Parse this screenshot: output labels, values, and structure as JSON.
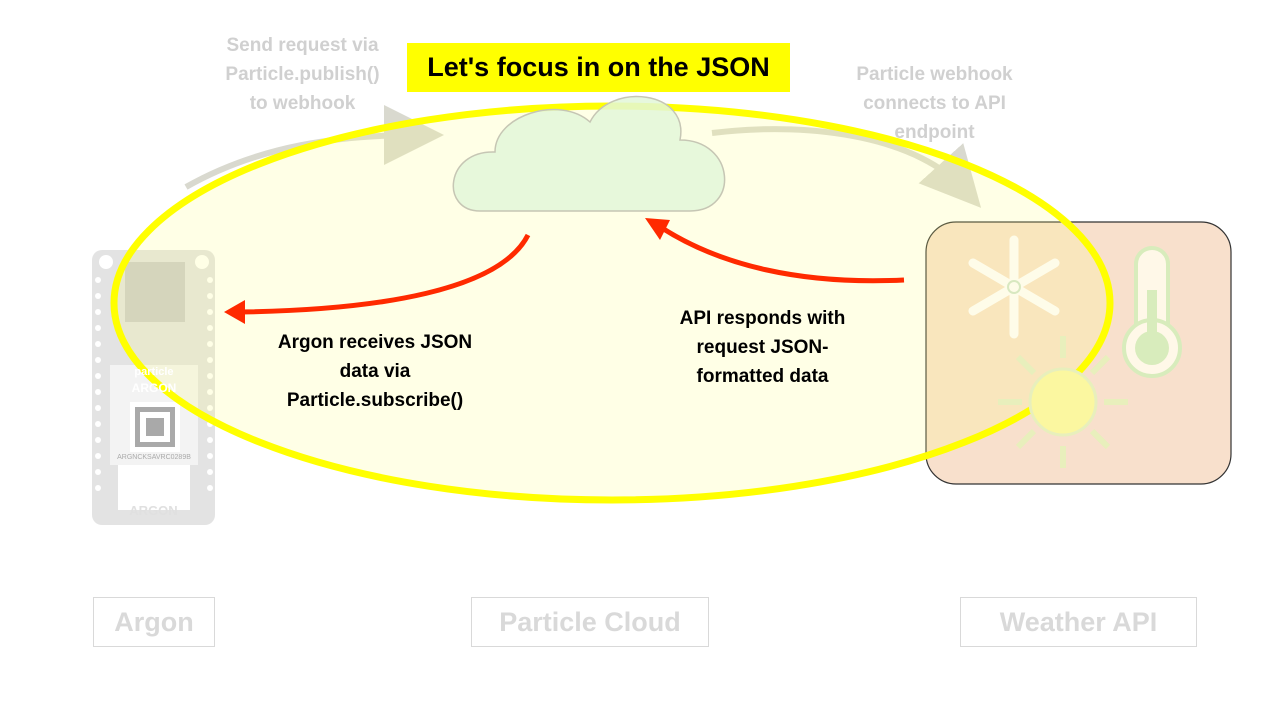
{
  "title": "Let's focus in on the JSON",
  "steps": {
    "publish": [
      "Send request via",
      "Particle.publish()",
      "to webhook"
    ],
    "webhook": [
      "Particle webhook",
      "connects to API",
      "endpoint"
    ],
    "api_response": [
      "API responds with",
      "request JSON-",
      "formatted data"
    ],
    "subscribe": [
      "Argon receives JSON",
      "data via",
      "Particle.subscribe()"
    ]
  },
  "device": {
    "brand": "particle",
    "model_small": "ARGON",
    "serial": "ARGNCKSAVRC0289B",
    "model_label": "ARGON"
  },
  "labels": {
    "argon": "Argon",
    "cloud": "Particle Cloud",
    "weather": "Weather API"
  },
  "colors": {
    "highlight": "#ffff00",
    "response_arrow": "#ff2a00",
    "faded_arrow": "#d9d9cf",
    "ellipse_fill": "#ffffe6",
    "weather_panel": "#f8e0cc"
  }
}
